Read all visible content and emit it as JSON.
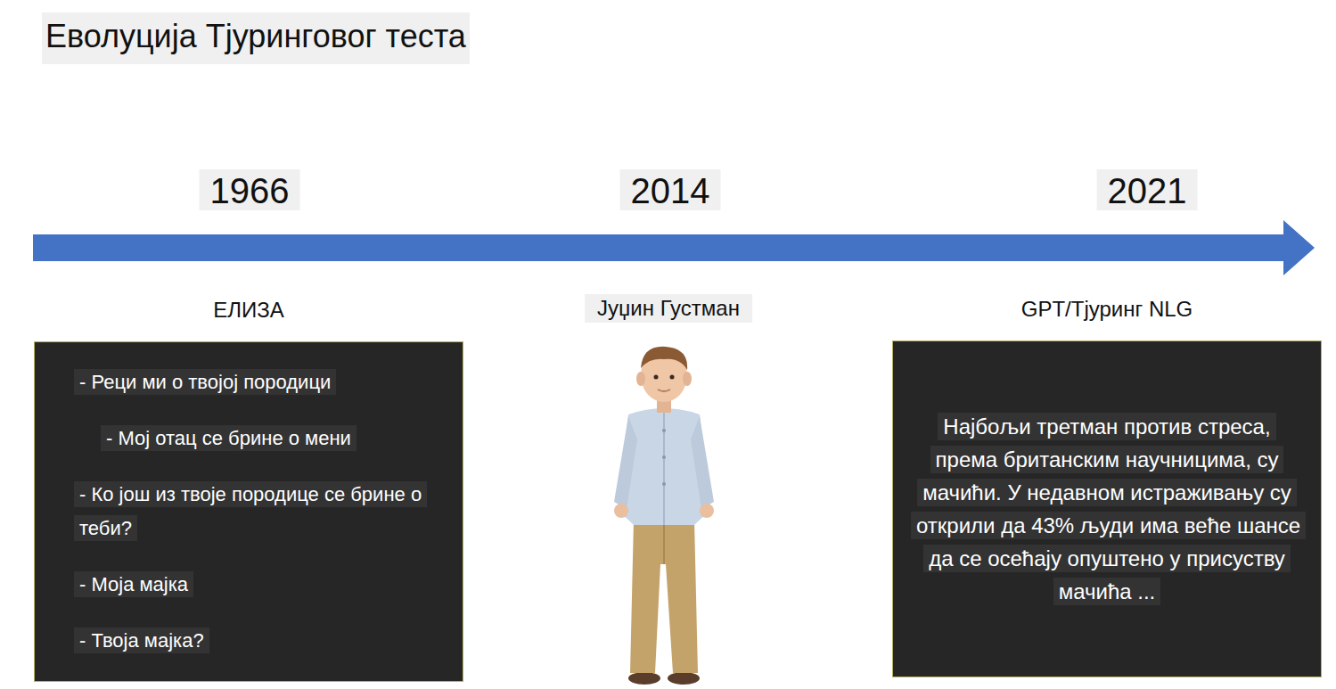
{
  "diagram": {
    "title": "Еволуција Тјуринговог теста",
    "nodes": [
      {
        "text": [
          "ЕЛИЗА",
          "- Реци ми о твојој породици",
          "- Мој отац се брине о мени",
          "- Ко још из твоје породице се брине о теби?",
          "- Моја мајка",
          "- Твоја мајка?"
        ]
      },
      {
        "text": [
          "GPT/Тјуринг NLG",
          "Најбољи третман против стреса, према британским научницима, су мачићи. У недавном истраживању су открили да 43% људи има веће шансе да се осећају опуштено у присуству мачића ..."
        ]
      }
    ],
    "labels": [
      "1966",
      "2014",
      "2021",
      "Јуџин Густман"
    ]
  }
}
